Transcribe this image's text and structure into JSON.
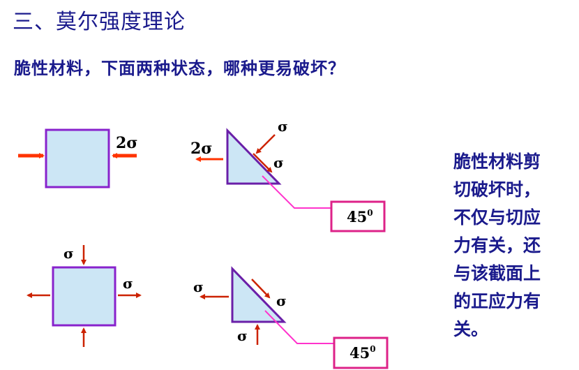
{
  "title": "三、莫尔强度理论",
  "question": "脆性材料，下面两种状态，哪种更易破坏？",
  "note": "脆性材料剪\n切破坏时，\n不仅与切应\n力有关，还\n与该截面上\n的正应力有\n关。",
  "colors": {
    "text": "#1a1a8c",
    "arrow": "#ff3300",
    "arrow_thin": "#cc2200",
    "square_fill": "#cce6f5",
    "square_border": "#8822cc",
    "callout": "#ff33cc"
  },
  "state1": {
    "square_label": "2σ",
    "triangle_left_label": "2σ",
    "triangle_top_label": "σ",
    "triangle_hyp_label": "σ",
    "angle_base": "45",
    "angle_sup": "0"
  },
  "state2": {
    "square_top_label": "σ",
    "square_right_label": "σ",
    "triangle_left_label": "σ",
    "triangle_hyp_label": "σ",
    "triangle_bottom_label": "σ",
    "angle_base": "45",
    "angle_sup": "0"
  }
}
